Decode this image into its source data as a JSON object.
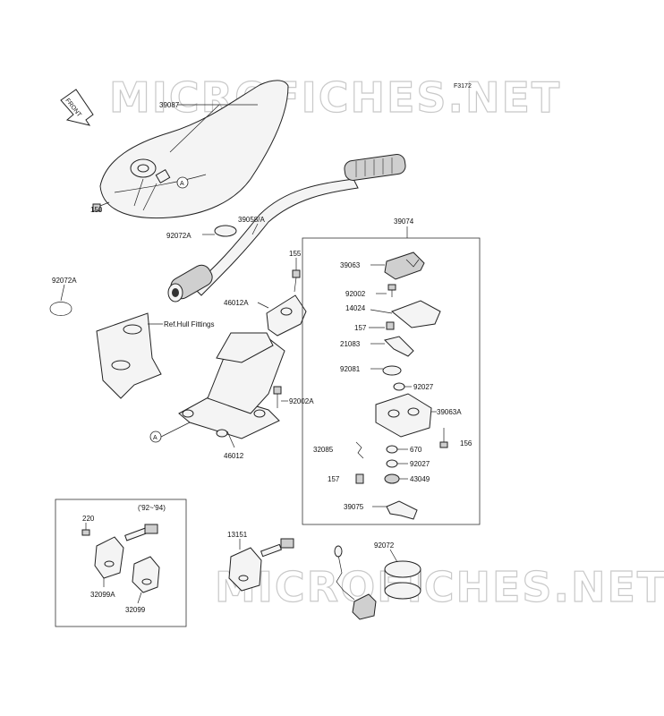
{
  "watermarks": {
    "top": "MICROFICHES.NET",
    "bottom": "MICROFICHES.NET"
  },
  "figure_code": "F3172",
  "front_arrow": "FRONT",
  "ref_note": "Ref.Hull Fittings",
  "year_note": "('92~'94)",
  "circle_marker": "A",
  "parts": {
    "p39087": "39087",
    "p150": "150",
    "p92072A_top": "92072A",
    "p39058A": "39058/A",
    "p92072A_left": "92072A",
    "p155": "155",
    "p46012A": "46012A",
    "p92002A": "92002A",
    "p46012": "46012",
    "p39074": "39074",
    "p39063": "39063",
    "p92002": "92002",
    "p14024": "14024",
    "p157_top": "157",
    "p21083": "21083",
    "p92081": "92081",
    "p92027_top": "92027",
    "p39063A": "39063A",
    "p32085": "32085",
    "p670": "670",
    "p156": "156",
    "p92027_bot": "92027",
    "p157_bot": "157",
    "p43049": "43049",
    "p39075": "39075",
    "p220": "220",
    "p32099A": "32099A",
    "p32099": "32099",
    "p13151": "13151",
    "p92072": "92072"
  }
}
